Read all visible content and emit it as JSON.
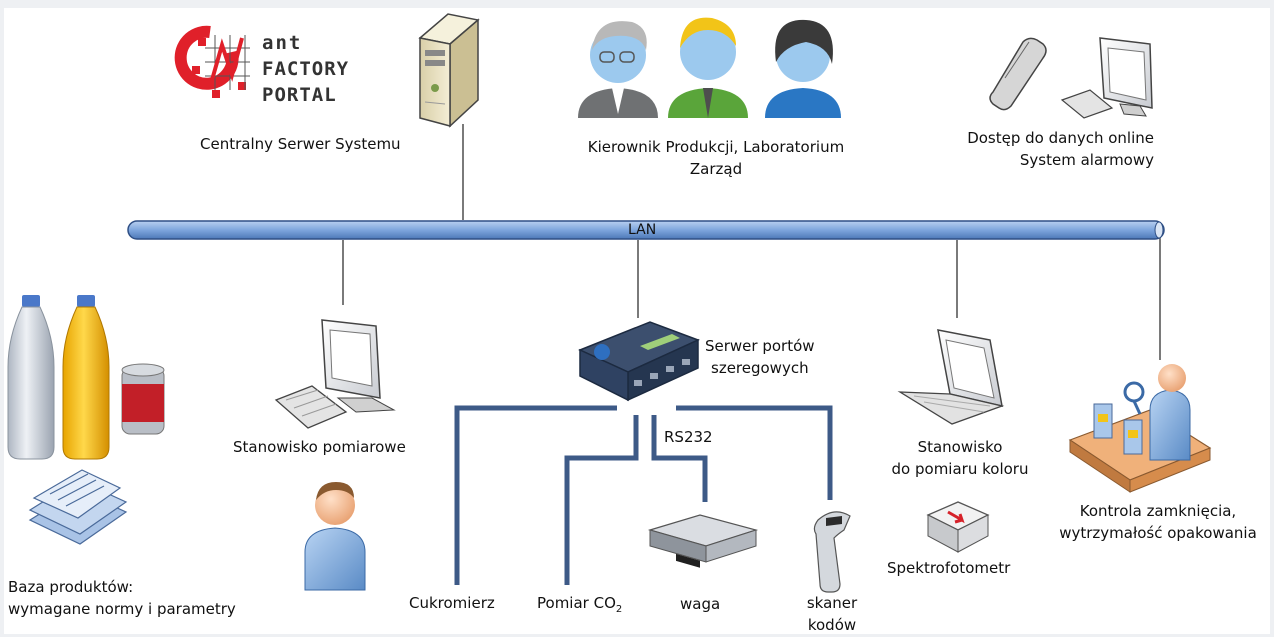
{
  "brand": {
    "logo_line1": "ant",
    "logo_line2": "FACTORY",
    "logo_line3": "PORTAL"
  },
  "network": {
    "lan_label": "LAN",
    "rs232_label": "RS232"
  },
  "labels": {
    "central_server": "Centralny Serwer Systemu",
    "managers_line1": "Kierownik Produkcji, Laboratorium",
    "managers_line2": "Zarząd",
    "online_line1": "Dostęp do danych online",
    "online_line2": "System alarmowy",
    "port_server_line1": "Serwer portów",
    "port_server_line2": "szeregowych",
    "workstation": "Stanowisko pomiarowe",
    "color_line1": "Stanowisko",
    "color_line2": "do pomiaru koloru",
    "spectro": "Spektrofotometr",
    "closure_line1": "Kontrola zamknięcia,",
    "closure_line2": "wytrzymałość opakowania",
    "products_line1": "Baza produktów:",
    "products_line2": "wymagane normy i parametry",
    "sugar": "Cukromierz",
    "co2_prefix": "Pomiar CO",
    "co2_sub": "2",
    "scale": "waga",
    "scanner_line1": "skaner",
    "scanner_line2": "kodów"
  },
  "colors": {
    "lan_blue": "#7ea6dd",
    "line_blue": "#3d5a87",
    "logo_red": "#e0202a",
    "logo_dark": "#333333"
  }
}
